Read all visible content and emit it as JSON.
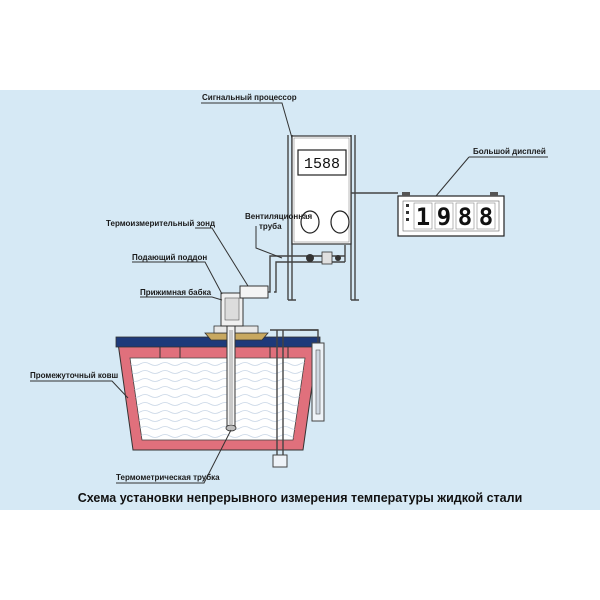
{
  "labels": {
    "signal_processor": "Сигнальный процессор",
    "big_display": "Большой  дисплей",
    "vent_tube_line1": "Вентиляционная",
    "vent_tube_line2": "труба",
    "probe": "Термоизмерительный зонд",
    "feed_tray": "Подающий поддон",
    "clamp": "Прижимная бабка",
    "tundish": "Промежуточный ковш",
    "thermo_tube": "Термометрическая трубка"
  },
  "processor_value": "1588",
  "big_display_digits": [
    "1",
    "9",
    "8",
    "8"
  ],
  "caption": "Схема установки непрерывного измерения температуры жидкой стали",
  "colors": {
    "background": "#d6e9f5",
    "molten_steel": "#e0707c",
    "slag_layer": "#1e3a7a",
    "device_body": "#ffffff"
  }
}
